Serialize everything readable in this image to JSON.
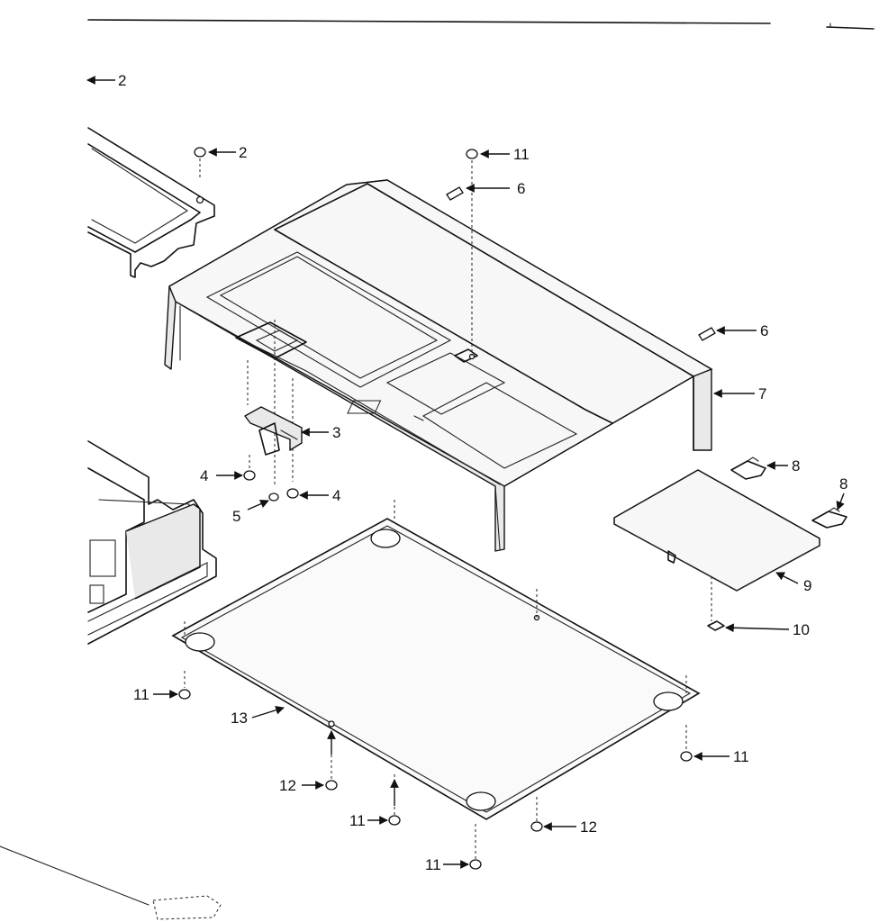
{
  "callouts": [
    {
      "id": "c-2a",
      "label": "2"
    },
    {
      "id": "c-2b",
      "label": "2"
    },
    {
      "id": "c-11a",
      "label": "11"
    },
    {
      "id": "c-6a",
      "label": "6"
    },
    {
      "id": "c-6b",
      "label": "6"
    },
    {
      "id": "c-7",
      "label": "7"
    },
    {
      "id": "c-3",
      "label": "3"
    },
    {
      "id": "c-4a",
      "label": "4"
    },
    {
      "id": "c-4b",
      "label": "4"
    },
    {
      "id": "c-5",
      "label": "5"
    },
    {
      "id": "c-8a",
      "label": "8"
    },
    {
      "id": "c-8b",
      "label": "8"
    },
    {
      "id": "c-9",
      "label": "9"
    },
    {
      "id": "c-10",
      "label": "10"
    },
    {
      "id": "c-11b",
      "label": "11"
    },
    {
      "id": "c-13",
      "label": "13"
    },
    {
      "id": "c-11c",
      "label": "11"
    },
    {
      "id": "c-12a",
      "label": "12"
    },
    {
      "id": "c-11d",
      "label": "11"
    },
    {
      "id": "c-12b",
      "label": "12"
    },
    {
      "id": "c-11e",
      "label": "11"
    }
  ]
}
